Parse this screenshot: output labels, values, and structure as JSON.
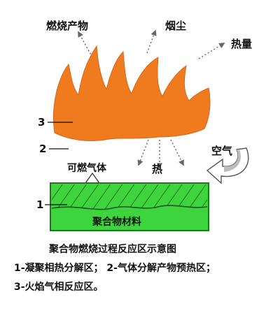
{
  "labels": {
    "combustion_products": "燃烧产物",
    "smoke": "烟尘",
    "heat": "热量",
    "zone_3": "3",
    "zone_2": "2",
    "zone_1": "1",
    "air": "空气",
    "combustible_gas": "可燃气体",
    "heat_down": "热",
    "polymer_material": "聚合物材料"
  },
  "caption": {
    "title": "聚合物燃烧过程反应区示意图",
    "line1": "1-凝聚相热分解区；  2-气体分解产物预热区；",
    "line2": "3-火焰气相反应区。"
  },
  "colors": {
    "flame": "#f07a1e",
    "polymer_fill": "#3ed43e",
    "polymer_stroke": "#1a7a1a",
    "arrow": "#666666"
  }
}
